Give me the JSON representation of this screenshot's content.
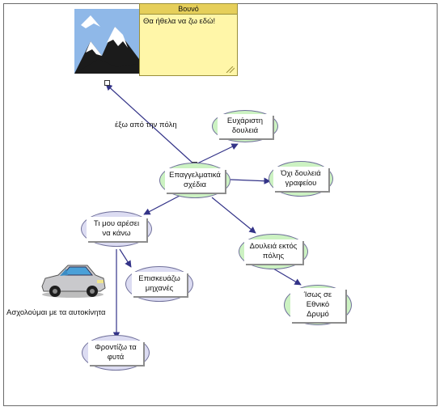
{
  "note": {
    "title": "Βουνό",
    "text": "Θα ήθελα να ζω εδώ!"
  },
  "labels": {
    "edge_outside_city": "έξω από την πόλη",
    "car_caption": "Ασχολούμαι με τα αυτοκίνητα"
  },
  "nodes": {
    "career": "Επαγγελματικά σχέδια",
    "pleasant_job": "Ευχάριστη δουλειά",
    "no_office": "Όχι δουλειά γραφείου",
    "likes": "Τι μου αρέσει να κάνω",
    "job_outside_city": "Δουλειά εκτός πόλης",
    "national_road": "Ίσως σε Εθνικό Δρυμό",
    "repair_machines": "Επισκευάζω μηχανές",
    "plants": "Φροντίζω τα φυτά"
  },
  "icons": {
    "mountain": "mountain-icon",
    "car": "car-icon"
  },
  "colors": {
    "edge": "#333388",
    "node_green": "#ccf2c2",
    "node_lilac": "#dcdcf2",
    "note_yellow": "#fff6a8"
  }
}
